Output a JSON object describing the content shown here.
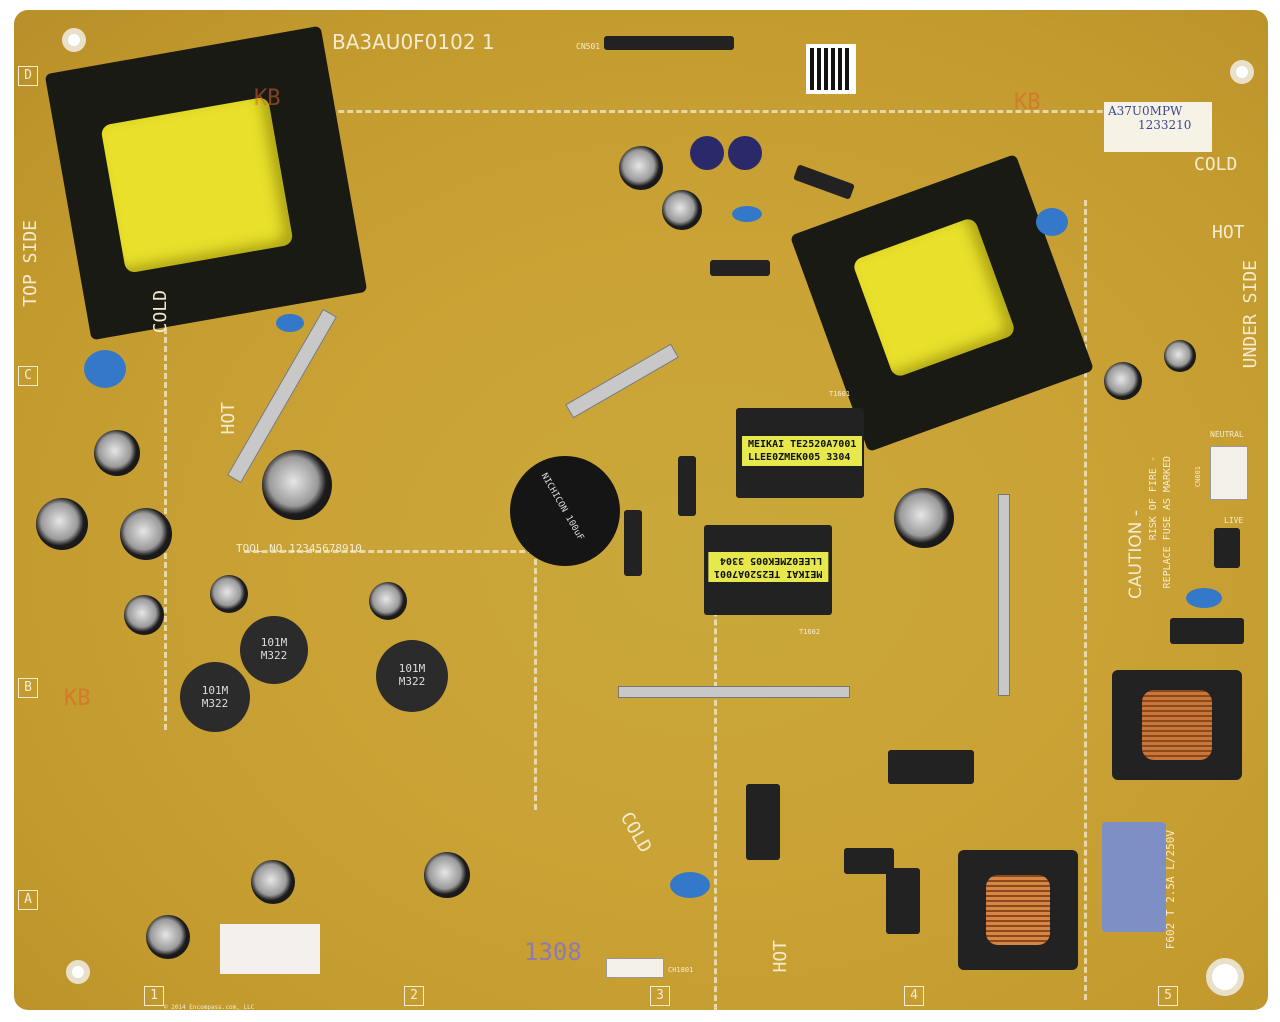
{
  "board": {
    "part_number": "BA3AU0F0102 1",
    "top_side": "TOP SIDE",
    "under_side": "UNDER SIDE",
    "cold_labels": [
      "COLD",
      "COLD",
      "COLD"
    ],
    "hot_labels": [
      "HOT",
      "HOT",
      "HOT"
    ],
    "tool_no": "TOOL NO.12345678910",
    "caution": {
      "title": "CAUTION -",
      "text_line1": "RISK OF FIRE -",
      "text_line2": "REPLACE FUSE AS MARKED"
    },
    "connectors": {
      "neutral": "NEUTRAL",
      "live": "LIVE",
      "cn601": "CN601",
      "cn501": "CN501",
      "ch1801": "CH1801"
    },
    "fuse": {
      "ref": "F602",
      "rating": "T 2.5A L/250V"
    },
    "sticker": "A37U0MPW",
    "sticker_code": "1233210",
    "stamp": "1308",
    "column_marks": [
      "1",
      "2",
      "3",
      "4",
      "5"
    ],
    "row_marks": [
      "A",
      "B",
      "C",
      "D"
    ],
    "kb_mark": "KB",
    "copyright": "© 2014 Encompass.com, LLC"
  },
  "transformers": [
    {
      "line1": "MEIKAI TE2520A7001",
      "line2": "LLEE0ZMEK005",
      "code": "3304",
      "ref": "T1601"
    },
    {
      "line1": "MEIKAI TE2520A7001",
      "line2": "LLEE0ZMEK005",
      "code": "3304",
      "ref": "T1602"
    }
  ],
  "inductors": [
    {
      "line1": "101M",
      "line2": "M322"
    },
    {
      "line1": "101M",
      "line2": "M322"
    },
    {
      "line1": "101M",
      "line2": "M322"
    }
  ],
  "big_cap": {
    "text": "NICHICON 100uF"
  },
  "colors": {
    "board": "#c9a536",
    "silkscreen": "#f4ecd0",
    "coil": "#e8e02a",
    "ceramic_cap": "#3479c9"
  }
}
